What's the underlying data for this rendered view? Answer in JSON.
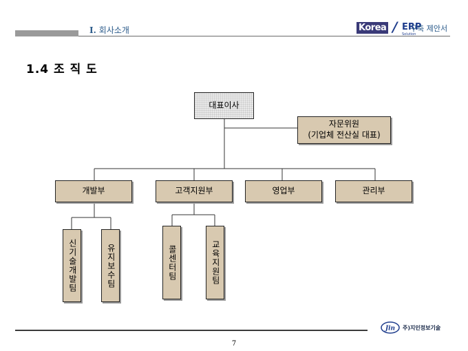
{
  "header": {
    "section_number": "I.",
    "section_title": "회사소개",
    "logo_korea": "Korea",
    "logo_erp": "ERP",
    "logo_solution": "Solution",
    "doc_title": "구축 제안서"
  },
  "title": "1.4 조 직 도",
  "org": {
    "root": "대표이사",
    "advisor_line1": "자문위원",
    "advisor_line2": "(기업체 전산실 대표)",
    "departments": [
      "개발부",
      "고객지원부",
      "영업부",
      "관리부"
    ],
    "teams": [
      "신기술개발팀",
      "유지보수팀",
      "콜센터팀",
      "교육지원팀"
    ]
  },
  "footer": {
    "company": "주)지인정보기술",
    "page_number": "7"
  },
  "colors": {
    "accent_blue": "#2a5a8a",
    "box_fill": "#d8c9b0",
    "root_fill": "#e9e9e9"
  }
}
